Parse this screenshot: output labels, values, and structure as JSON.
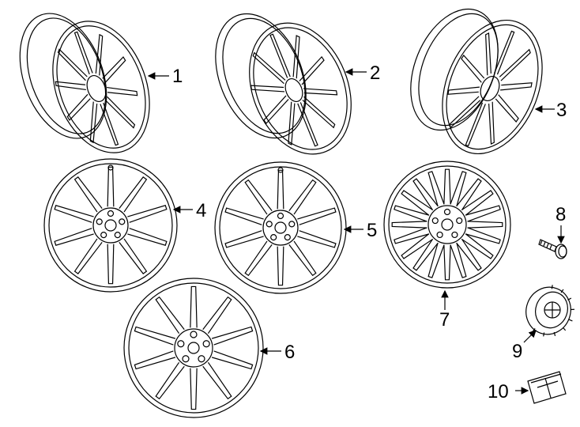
{
  "diagram": {
    "callouts": [
      {
        "id": "1",
        "label": "1"
      },
      {
        "id": "2",
        "label": "2"
      },
      {
        "id": "3",
        "label": "3"
      },
      {
        "id": "4",
        "label": "4"
      },
      {
        "id": "5",
        "label": "5"
      },
      {
        "id": "6",
        "label": "6"
      },
      {
        "id": "7",
        "label": "7"
      },
      {
        "id": "8",
        "label": "8"
      },
      {
        "id": "9",
        "label": "9"
      },
      {
        "id": "10",
        "label": "10"
      }
    ],
    "parts": [
      {
        "callout": "1",
        "part": "wheel-angled",
        "spokes": 10
      },
      {
        "callout": "2",
        "part": "wheel-angled",
        "spokes": 10
      },
      {
        "callout": "3",
        "part": "wheel-angled",
        "spokes": 10
      },
      {
        "callout": "4",
        "part": "wheel-front",
        "spokes": 10
      },
      {
        "callout": "5",
        "part": "wheel-front",
        "spokes": 10
      },
      {
        "callout": "6",
        "part": "wheel-front",
        "spokes": 10
      },
      {
        "callout": "7",
        "part": "wheel-front",
        "spokes": 20
      },
      {
        "callout": "8",
        "part": "lug-bolt"
      },
      {
        "callout": "9",
        "part": "center-cap"
      },
      {
        "callout": "10",
        "part": "weight"
      }
    ],
    "colors": {
      "line": "#000000",
      "background": "#ffffff"
    }
  }
}
